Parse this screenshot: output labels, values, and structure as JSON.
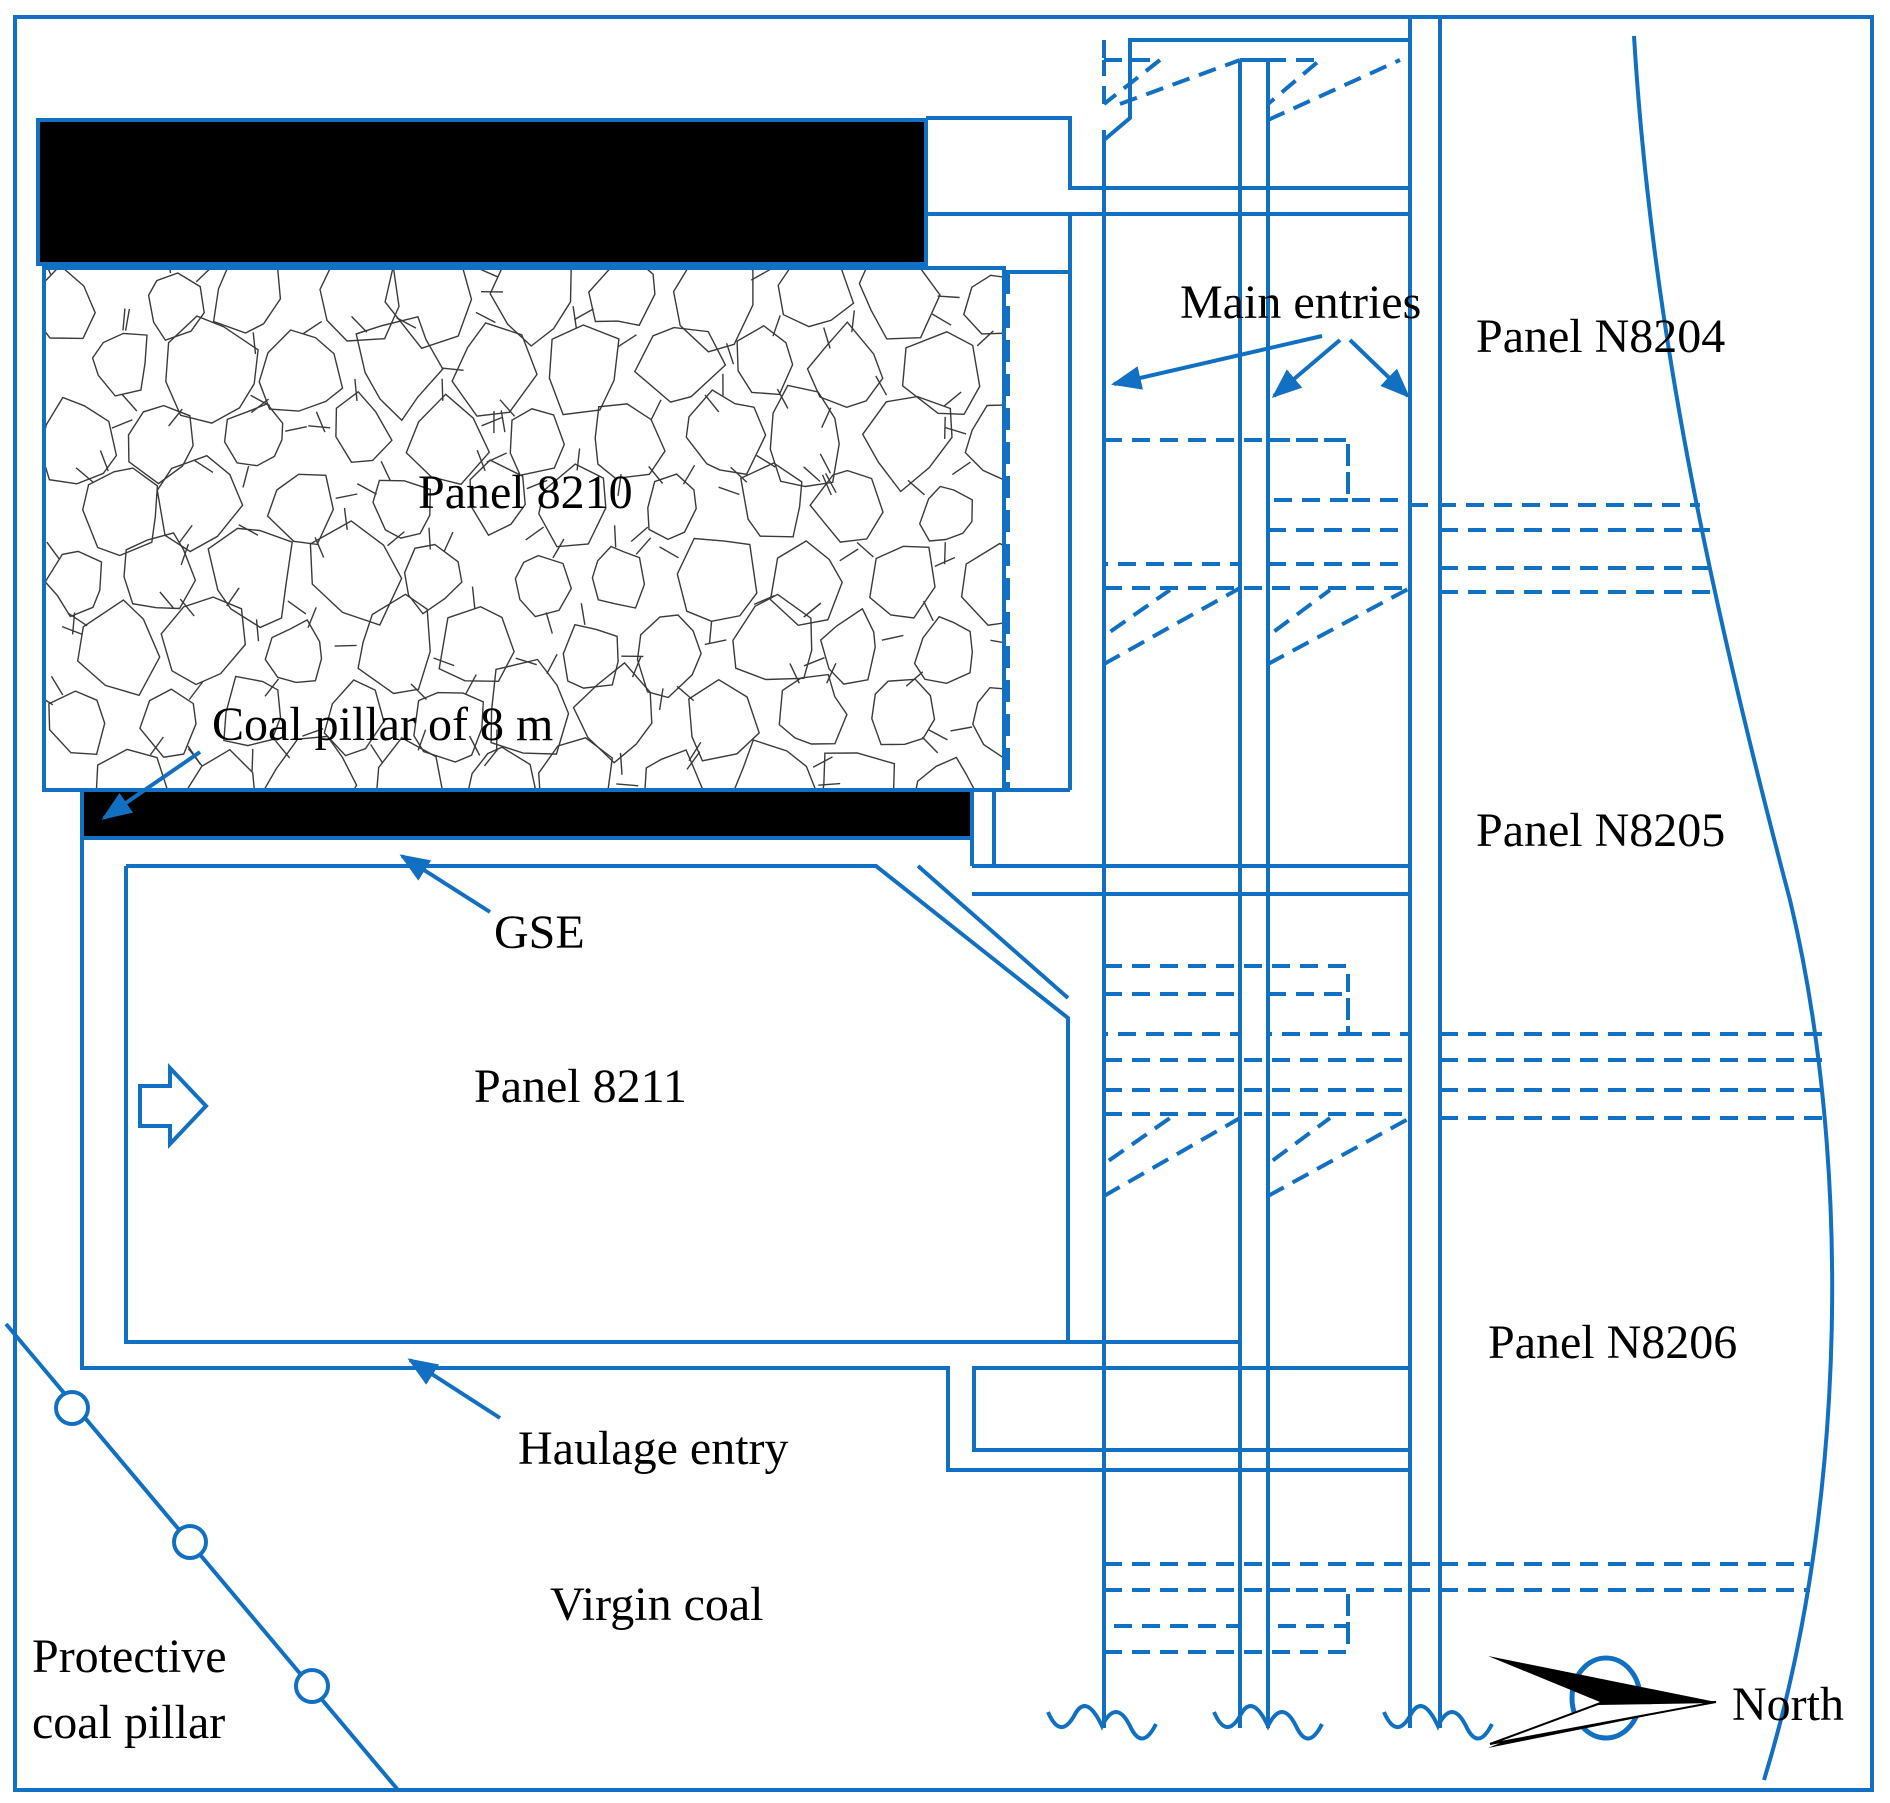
{
  "colors": {
    "line": "#1270c2",
    "fill_black": "#000000",
    "gob_texture": "#3a3a3a",
    "text": "#000000"
  },
  "labels": {
    "panel_8210": "Panel 8210",
    "panel_8211": "Panel 8211",
    "panel_n8204": "Panel N8204",
    "panel_n8205": "Panel N8205",
    "panel_n8206": "Panel N8206",
    "main_entries": "Main entries",
    "coal_pillar": "Coal pillar of 8 m",
    "gse": "GSE",
    "haulage_entry": "Haulage entry",
    "virgin_coal": "Virgin coal",
    "protective_line1": "Protective",
    "protective_line2": "coal pillar",
    "north": "North"
  },
  "icons": {
    "advance_direction": "hollow-right-arrow-icon",
    "north_arrow": "north-arrow-icon",
    "protective_pillar_markers": "circle-marker-icon"
  }
}
